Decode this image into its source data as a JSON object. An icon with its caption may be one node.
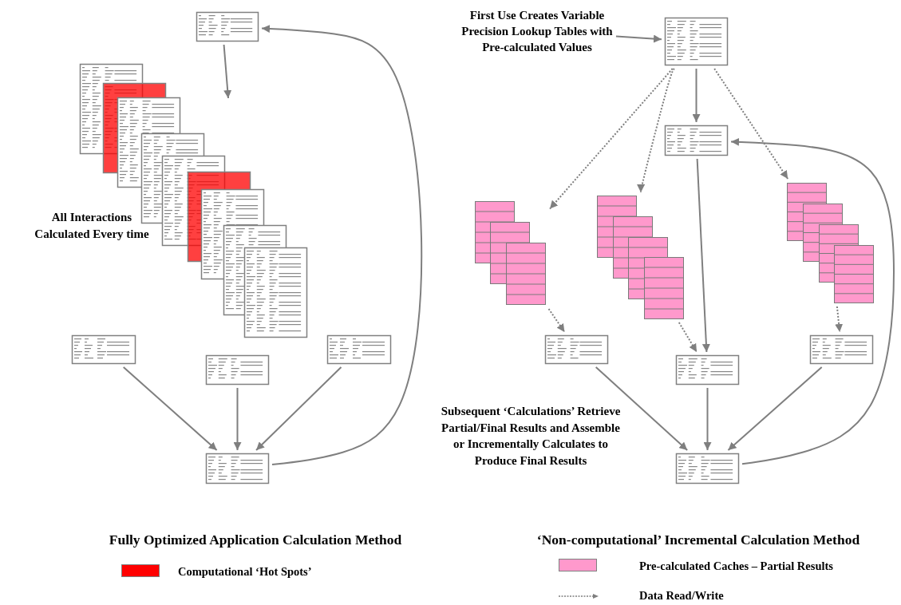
{
  "diagram": {
    "nodes": [
      {
        "text": [],
        "shape": "document"
      },
      {
        "text": [],
        "shape": "stack"
      },
      {
        "text": [],
        "shape": "document"
      },
      {
        "text": [],
        "shape": "document"
      },
      {
        "text": [],
        "shape": "document"
      },
      {
        "text": [],
        "shape": "document"
      },
      {
        "text": [
          "First Use Creates Variable Precision Lookup Tables with Pre-calculated Values"
        ]
      },
      {
        "text": [],
        "shape": "document"
      },
      {
        "text": [],
        "shape": "document"
      },
      {
        "text": [],
        "shape": "table"
      },
      {
        "text": [],
        "shape": "table"
      },
      {
        "text": [],
        "shape": "table"
      },
      {
        "text": [],
        "shape": "document"
      },
      {
        "text": [],
        "shape": "document"
      },
      {
        "text": [],
        "shape": "document"
      },
      {
        "text": [],
        "shape": "document"
      }
    ],
    "edges": [
      {
        "from": 0,
        "to": 1,
        "arrow": "to"
      },
      {
        "from": 2,
        "to": 5,
        "arrow": "to"
      },
      {
        "from": 4,
        "to": 5,
        "arrow": "to"
      },
      {
        "from": 3,
        "to": 5,
        "arrow": "to"
      },
      {
        "from": 5,
        "to": 0,
        "arrow": "to"
      },
      {
        "from": 6,
        "to": 7,
        "arrow": "to"
      },
      {
        "from": 7,
        "to": 8,
        "arrow": "to"
      },
      {
        "from": 7,
        "to": 9,
        "arrow": "to",
        "style": "dashed"
      },
      {
        "from": 7,
        "to": 10,
        "arrow": "to",
        "style": "dashed"
      },
      {
        "from": 7,
        "to": 11,
        "arrow": "to",
        "style": "dashed"
      },
      {
        "from": 8,
        "to": 13,
        "arrow": "to"
      },
      {
        "from": 9,
        "to": 12,
        "arrow": "to",
        "style": "dashed"
      },
      {
        "from": 10,
        "to": 13,
        "arrow": "to",
        "style": "dashed"
      },
      {
        "from": 11,
        "to": 14,
        "arrow": "to",
        "style": "dashed"
      },
      {
        "from": 12,
        "to": 15,
        "arrow": "to"
      },
      {
        "from": 13,
        "to": 15,
        "arrow": "to"
      },
      {
        "from": 14,
        "to": 15,
        "arrow": "to"
      },
      {
        "from": 15,
        "to": 8,
        "arrow": "to"
      }
    ],
    "labels": [
      "All Interactions Calculated Every time",
      "Subsequent ‘Calculations’ Retrieve Partial/Final Results and Assemble or Incrementally Calculates to Produce Final Results",
      "Fully Optimized Application Calculation Method",
      "‘Non-computational’ Incremental Calculation Method"
    ],
    "legend": [
      {
        "text": "Computational ‘Hot Spots’",
        "color": "#ff0000"
      },
      {
        "text": "Pre-calculated Caches – Partial Results",
        "color": "#ff99cc"
      },
      {
        "text": "Data Read/Write"
      }
    ]
  }
}
